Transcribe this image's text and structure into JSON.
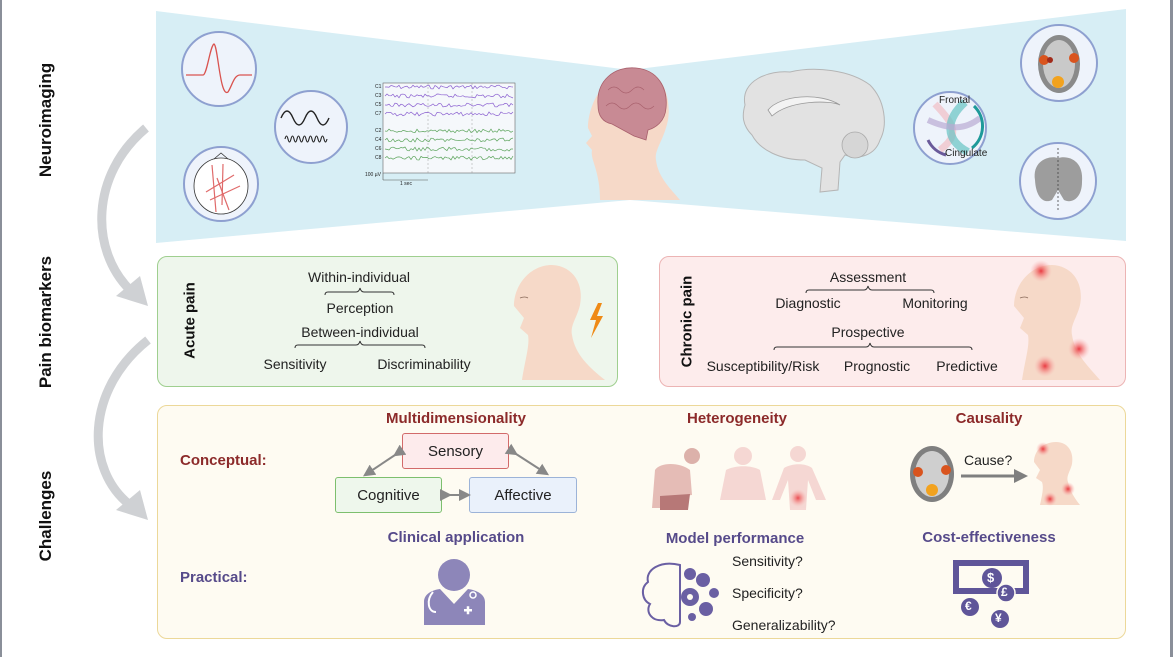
{
  "row_labels": {
    "neuroimaging": "Neuroimaging",
    "pain_biomarkers": "Pain biomarkers",
    "challenges": "Challenges"
  },
  "neuroimaging": {
    "eeg_trace": {
      "channels_top": [
        "C1",
        "C3",
        "C5",
        "C7"
      ],
      "channels_bottom": [
        "C2",
        "C4",
        "C6",
        "C8"
      ],
      "scale_amplitude": "100 µV",
      "scale_time": "1 sec"
    },
    "connectivity_labels": {
      "frontal": "Frontal",
      "cingulate": "Cingulate"
    },
    "icons": [
      "erp-waveform-icon",
      "oscillation-icon",
      "eeg-topography-icon",
      "head-brain-icon",
      "sagittal-brain-icon",
      "chord-connectivity-icon",
      "fmri-activation-icon",
      "structural-mri-icon"
    ]
  },
  "acute_pain": {
    "title": "Acute pain",
    "within": "Within-individual",
    "perception": "Perception",
    "between": "Between-individual",
    "sensitivity": "Sensitivity",
    "discriminability": "Discriminability"
  },
  "chronic_pain": {
    "title": "Chronic pain",
    "assessment": "Assessment",
    "diagnostic": "Diagnostic",
    "monitoring": "Monitoring",
    "prospective": "Prospective",
    "susceptibility": "Susceptibility/Risk",
    "prognostic": "Prognostic",
    "predictive": "Predictive"
  },
  "challenges": {
    "conceptual_label": "Conceptual:",
    "practical_label": "Practical:",
    "multidimensionality": {
      "title": "Multidimensionality",
      "sensory": "Sensory",
      "cognitive": "Cognitive",
      "affective": "Affective"
    },
    "heterogeneity": {
      "title": "Heterogeneity"
    },
    "causality": {
      "title": "Causality",
      "cause": "Cause?"
    },
    "clinical_application": {
      "title": "Clinical application"
    },
    "model_performance": {
      "title": "Model performance",
      "questions": [
        "Sensitivity?",
        "Specificity?",
        "Generalizability?"
      ]
    },
    "cost_effectiveness": {
      "title": "Cost-effectiveness",
      "currencies": [
        "$",
        "£",
        "€",
        "¥"
      ]
    }
  },
  "colors": {
    "neuro_bg": "#d7eef5",
    "acute_bg": "#eef6ec",
    "chronic_bg": "#fdecec",
    "challenge_bg": "#fefbf2",
    "conceptual_red": "#8c2a2a",
    "practical_purple": "#564a8a",
    "icon_purple": "#8d86b9"
  }
}
